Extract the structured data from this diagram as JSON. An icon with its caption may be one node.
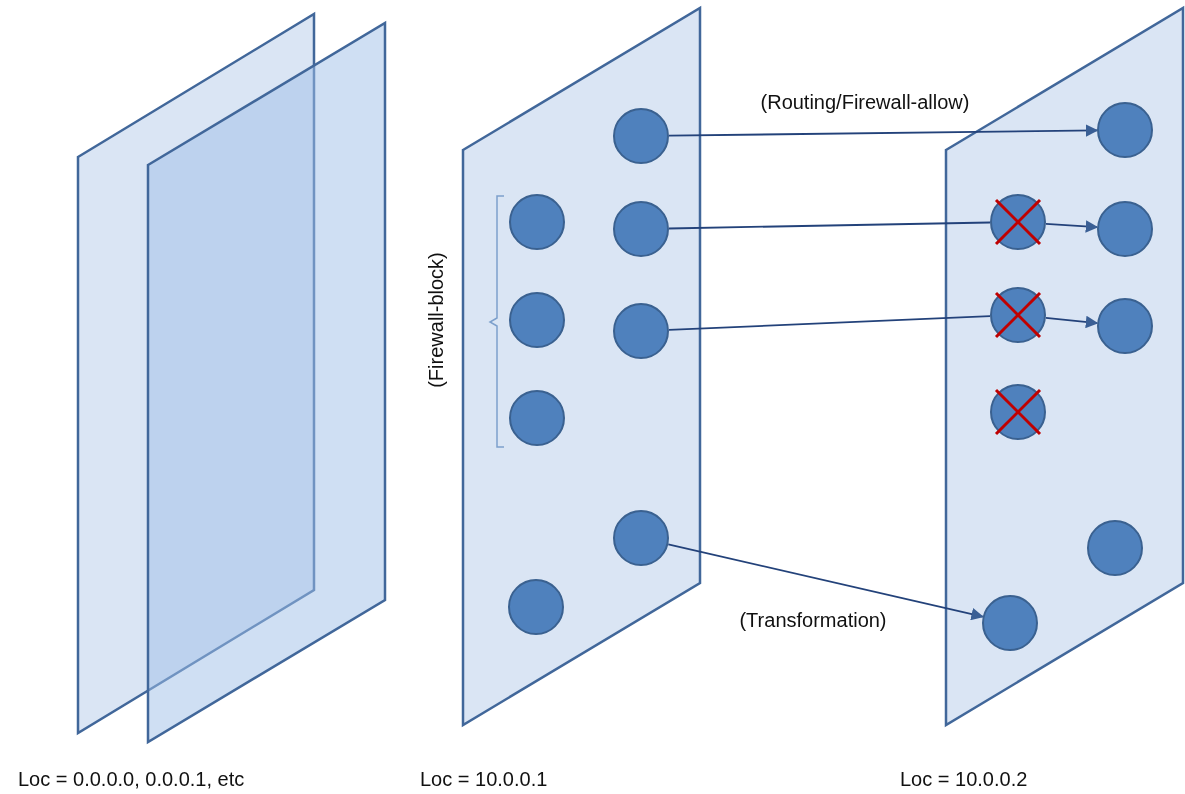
{
  "diagram": {
    "nodes": [
      {
        "text": [],
        "shape": "box"
      },
      {
        "text": [],
        "shape": "box"
      },
      {
        "text": [],
        "shape": "box"
      },
      {
        "text": [],
        "shape": "circle",
        "in": 2
      },
      {
        "text": [],
        "shape": "circle",
        "in": 2
      },
      {
        "text": [],
        "shape": "circle",
        "in": 2
      },
      {
        "text": [],
        "shape": "circle",
        "in": 2
      },
      {
        "text": [],
        "shape": "circle",
        "in": 2
      },
      {
        "text": [],
        "shape": "circle",
        "in": 2
      },
      {
        "text": [],
        "shape": "circle",
        "in": 2
      },
      {
        "text": [],
        "shape": "circle",
        "in": 2
      },
      {
        "text": [],
        "shape": "box"
      },
      {
        "text": [],
        "shape": "circle",
        "in": 11
      },
      {
        "text": [],
        "shape": "circle",
        "in": 11
      },
      {
        "text": [],
        "shape": "circle",
        "in": 11
      },
      {
        "text": [],
        "shape": "circle",
        "in": 11
      },
      {
        "text": [],
        "shape": "circle",
        "in": 11
      },
      {
        "text": [],
        "shape": "circle",
        "in": 11
      },
      {
        "text": [],
        "shape": "circle",
        "in": 11
      },
      {
        "text": [],
        "shape": "circle",
        "in": 11
      }
    ],
    "edges": [
      {
        "from": 3,
        "to": 12,
        "arrow": "to",
        "label": "(Routing/Firewall-allow)"
      },
      {
        "from": 5,
        "to": 13,
        "arrow": "none"
      },
      {
        "from": 13,
        "to": 14,
        "arrow": "to"
      },
      {
        "from": 7,
        "to": 15,
        "arrow": "none"
      },
      {
        "from": 15,
        "to": 16,
        "arrow": "to"
      },
      {
        "from": 9,
        "to": 19,
        "arrow": "to",
        "label": "(Transformation)"
      }
    ],
    "labels": [
      "(Firewall-block)",
      "Loc = 0.0.0.0, 0.0.0.1, etc",
      "Loc = 10.0.0.1",
      "Loc = 10.0.0.2"
    ]
  }
}
